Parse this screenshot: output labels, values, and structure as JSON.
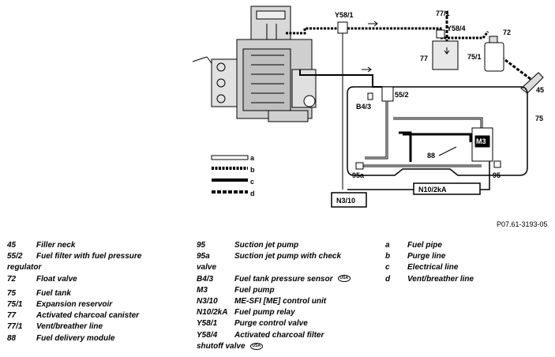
{
  "diagram": {
    "labels": {
      "y58_1": "Y58/1",
      "l77_1": "77/1",
      "y58_4": "Y58/4",
      "l72": "72",
      "l77": "77",
      "l75_1": "75/1",
      "l45": "45",
      "l75": "75",
      "b4_3": "B4/3",
      "l55_2": "55/2",
      "m3": "M3",
      "l88": "88",
      "l95a": "95a",
      "l95": "95",
      "n10_2ka": "N10/2kA",
      "n3_10": "N3/10"
    },
    "line_key": [
      "a",
      "b",
      "c",
      "d"
    ],
    "reference": "P07.61-3193-05"
  },
  "legend": {
    "col1": [
      {
        "code": "45",
        "desc": "Filler neck"
      },
      {
        "code": "55/2",
        "desc": "Fuel filter with fuel pressure"
      },
      {
        "code": "",
        "desc": "regulator"
      },
      {
        "code": "72",
        "desc": "Float valve"
      },
      {
        "code": "75",
        "desc": "Fuel tank"
      },
      {
        "code": "75/1",
        "desc": "Expansion reservoir"
      },
      {
        "code": "77",
        "desc": "Activated charcoal canister"
      },
      {
        "code": "77/1",
        "desc": "Vent/breather line"
      },
      {
        "code": "88",
        "desc": "Fuel delivery module"
      }
    ],
    "col2": [
      {
        "code": "95",
        "desc": "Suction jet pump"
      },
      {
        "code": "95a",
        "desc": "Suction jet pump with check"
      },
      {
        "code": "",
        "desc": "valve"
      },
      {
        "code": "B4/3",
        "desc": "Fuel tank pressure sensor",
        "badge": "USA"
      },
      {
        "code": "M3",
        "desc": "Fuel pump"
      },
      {
        "code": "N3/10",
        "desc": "ME-SFI [ME] control unit"
      },
      {
        "code": "N10/2kA",
        "desc": "Fuel pump relay"
      },
      {
        "code": "Y58/1",
        "desc": "Purge control valve"
      },
      {
        "code": "Y58/4",
        "desc": "Activated charcoal filter"
      },
      {
        "code": "",
        "desc": "shutoff valve",
        "badge": "USA"
      }
    ],
    "col3": [
      {
        "code": "a",
        "desc": "Fuel pipe"
      },
      {
        "code": "b",
        "desc": "Purge line"
      },
      {
        "code": "c",
        "desc": "Electrical line"
      },
      {
        "code": "d",
        "desc": "Vent/breather line"
      }
    ]
  }
}
